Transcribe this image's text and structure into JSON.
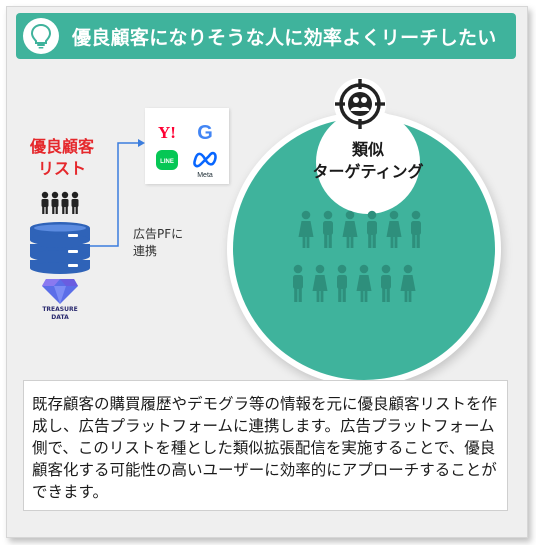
{
  "banner": {
    "title": "優良顧客になりそうな人に効率よくリーチしたい"
  },
  "source": {
    "list_line1": "優良顧客",
    "list_line2": "リスト",
    "vendor_line1": "TREASURE",
    "vendor_line2": "DATA"
  },
  "connector": {
    "label_line1": "広告PFに",
    "label_line2": "連携"
  },
  "platforms": {
    "yahoo": "Y!",
    "google": "G",
    "line": "LINE",
    "meta": "Meta"
  },
  "target": {
    "line1": "類似",
    "line2": "ターゲティング"
  },
  "description": "既存顧客の購買履歴やデモグラ等の情報を元に優良顧客リストを作成し、広告プラットフォームに連携します。広告プラットフォーム側で、このリストを種とした類似拡張配信を実施することで、優良顧客化する可能性の高いユーザーに効率的にアプローチすることができます。",
  "colors": {
    "accent": "#3fb39c",
    "list_red": "#e5282c",
    "arrow_blue": "#3b7ddd",
    "db_blue": "#2f63b8"
  }
}
